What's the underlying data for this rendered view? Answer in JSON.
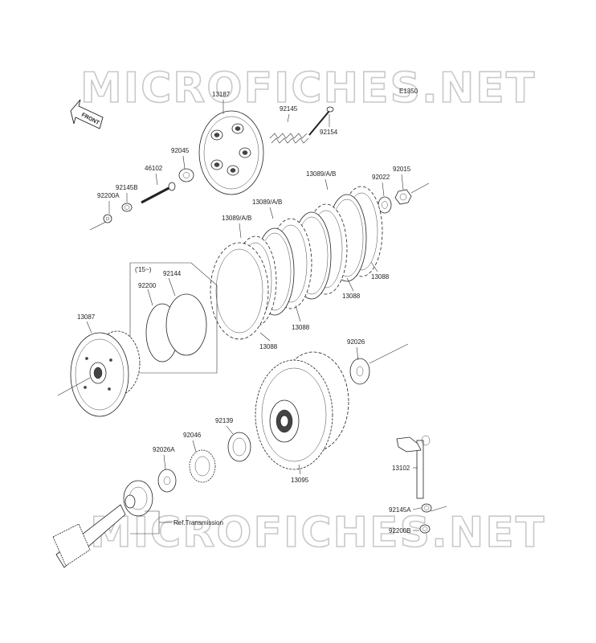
{
  "watermark": {
    "top": "MICROFICHES.NET",
    "bottom": "MICROFICHES.NET"
  },
  "diagram_code": "E1350",
  "front_label": "FRONT",
  "group_bracket_label": "('15~)",
  "ref_note": "Ref.Transmission",
  "labels": {
    "p13187": "13187",
    "p92145": "92145",
    "p92154": "92154",
    "p92045": "92045",
    "p46102": "46102",
    "p92145B": "92145B",
    "p92200A": "92200A",
    "p13089_top": "13089/A/B",
    "p92022": "92022",
    "p92015": "92015",
    "p13089_mid": "13089/A/B",
    "p13089_left": "13089/A/B",
    "p13088_r": "13088",
    "p13088_m1": "13088",
    "p13088_m2": "13088",
    "p13088_l": "13088",
    "p92144": "92144",
    "p92200": "92200",
    "p13087": "13087",
    "p92026": "92026",
    "p92139": "92139",
    "p92046": "92046",
    "p92026A": "92026A",
    "p13095": "13095",
    "p13102": "13102",
    "p92145A": "92145A",
    "p92200B": "92200B"
  }
}
